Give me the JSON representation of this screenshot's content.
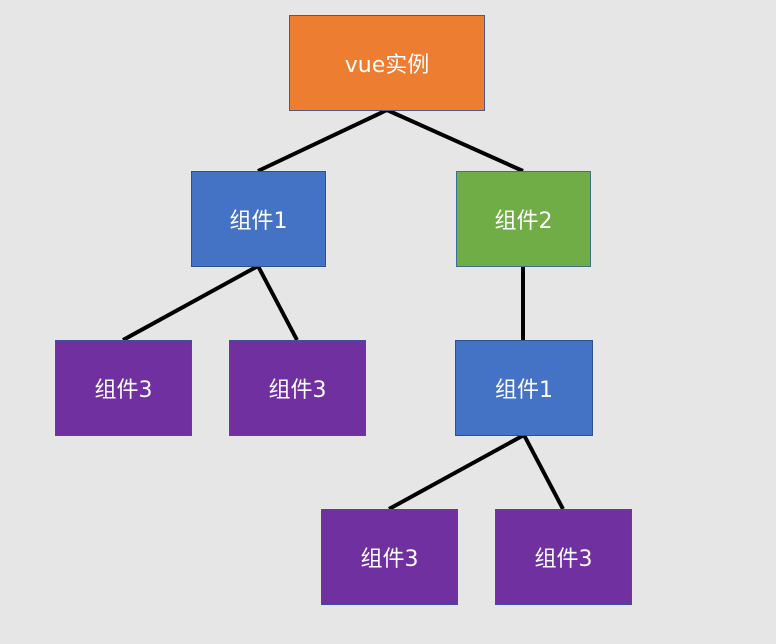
{
  "diagram": {
    "nodes": {
      "root": {
        "label": "vue实例"
      },
      "comp1_left": {
        "label": "组件1"
      },
      "comp2": {
        "label": "组件2"
      },
      "comp3_a": {
        "label": "组件3"
      },
      "comp3_b": {
        "label": "组件3"
      },
      "comp1_right": {
        "label": "组件1"
      },
      "comp3_c": {
        "label": "组件3"
      },
      "comp3_d": {
        "label": "组件3"
      }
    },
    "edges": [
      [
        "root",
        "comp1_left"
      ],
      [
        "root",
        "comp2"
      ],
      [
        "comp1_left",
        "comp3_a"
      ],
      [
        "comp1_left",
        "comp3_b"
      ],
      [
        "comp2",
        "comp1_right"
      ],
      [
        "comp1_right",
        "comp3_c"
      ],
      [
        "comp1_right",
        "comp3_d"
      ]
    ]
  },
  "colors": {
    "background": "#e7e6e6",
    "root": "#ed7d31",
    "component_1": "#4472c4",
    "component_2": "#70ad47",
    "component_3": "#7030a0",
    "connector": "#000000"
  }
}
